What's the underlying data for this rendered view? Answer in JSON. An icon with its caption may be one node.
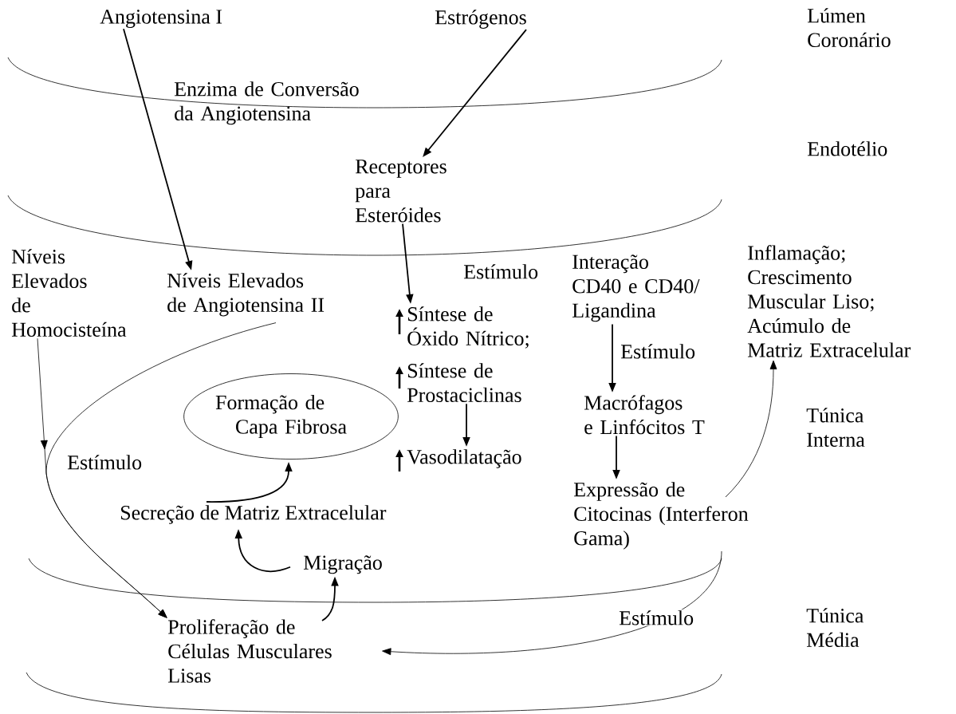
{
  "diagram": {
    "nodes": [
      {
        "text": [
          "Angiotensina I"
        ]
      },
      {
        "text": [
          "Estrógenos"
        ]
      },
      {
        "text": [
          "Receptores para Esteróides"
        ]
      },
      {
        "text": [
          "Níveis Elevados de Homocisteína"
        ]
      },
      {
        "text": [
          "Níveis Elevados de Angiotensina II"
        ]
      },
      {
        "text": [
          "Síntese de Óxido Nítrico;"
        ]
      },
      {
        "text": [
          "Síntese de Prostaciclinas"
        ]
      },
      {
        "text": [
          "Vasodilatação"
        ]
      },
      {
        "text": [
          "Interação CD40 e CD40/ Ligandina"
        ]
      },
      {
        "text": [
          "Inflamação; Crescimento Muscular Liso; Acúmulo de Matriz Extracelular"
        ]
      },
      {
        "text": [
          "Formação de Capa Fibrosa"
        ]
      },
      {
        "text": [
          "Macrófagos e Linfócitos T"
        ]
      },
      {
        "text": [
          "Expressão de Citocinas (Interferon Gama)"
        ]
      },
      {
        "text": [
          "Secreção de Matriz Extracelular"
        ]
      },
      {
        "text": [
          "Migração"
        ]
      },
      {
        "text": [
          "Proliferação de Células Musculares Lisas"
        ]
      }
    ],
    "edges": [
      {
        "from": 0,
        "to": 4,
        "arrow": "to"
      },
      {
        "from": 1,
        "to": 2,
        "arrow": "to"
      },
      {
        "from": 2,
        "to": 5,
        "arrow": "to",
        "label": "Estímulo"
      },
      {
        "from": 3,
        "to": 15,
        "arrow": "to",
        "label": "Estímulo"
      },
      {
        "from": 4,
        "to": 15,
        "arrow": "to"
      },
      {
        "from": 6,
        "to": 7,
        "arrow": "to"
      },
      {
        "from": 8,
        "to": 11,
        "arrow": "to",
        "label": "Estímulo"
      },
      {
        "from": 11,
        "to": 12,
        "arrow": "to"
      },
      {
        "from": 12,
        "to": 9,
        "arrow": "to"
      },
      {
        "from": 12,
        "to": 15,
        "arrow": "to",
        "label": "Estímulo"
      },
      {
        "from": 13,
        "to": 10,
        "arrow": "to"
      },
      {
        "from": 14,
        "to": 13,
        "arrow": "to"
      },
      {
        "from": 15,
        "to": 14,
        "arrow": "to"
      }
    ],
    "labels": [
      "Lúmen Coronário",
      "Enzima de Conversão da Angiotensina",
      "Endotélio",
      "Túnica Interna",
      "Túnica Média"
    ]
  }
}
